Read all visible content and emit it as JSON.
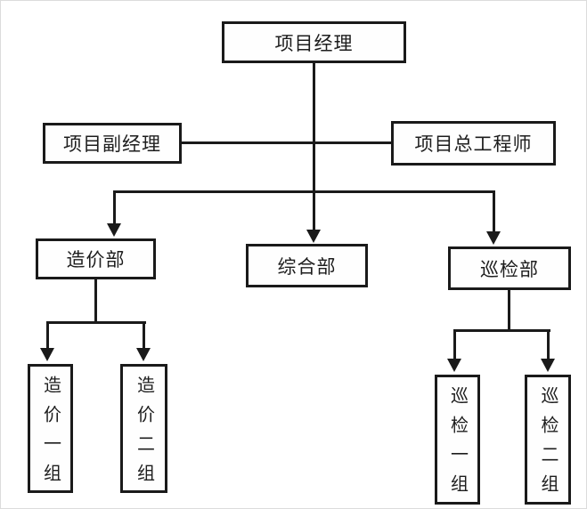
{
  "diagram": {
    "type": "org-chart",
    "background_color": "#ffffff",
    "line_color": "#1a1a1a",
    "box_border_color": "#1a1a1a",
    "box_fill_color": "#fefefe",
    "text_color": "#1d1d1d",
    "nodes": {
      "project_manager": {
        "label": "项目经理",
        "level": 1,
        "orientation": "horizontal"
      },
      "deputy_manager": {
        "label": "项目副经理",
        "level": 2,
        "orientation": "horizontal"
      },
      "chief_engineer": {
        "label": "项目总工程师",
        "level": 2,
        "orientation": "horizontal"
      },
      "cost_dept": {
        "label": "造价部",
        "level": 3,
        "orientation": "horizontal"
      },
      "general_dept": {
        "label": "综合部",
        "level": 3,
        "orientation": "horizontal"
      },
      "inspection_dept": {
        "label": "巡检部",
        "level": 3,
        "orientation": "horizontal"
      },
      "cost_group_1": {
        "label": "造价一组",
        "level": 4,
        "orientation": "vertical"
      },
      "cost_group_2": {
        "label": "造价二组",
        "level": 4,
        "orientation": "vertical"
      },
      "inspection_group_1": {
        "label": "巡检一组",
        "level": 4,
        "orientation": "vertical"
      },
      "inspection_group_2": {
        "label": "巡检二组",
        "level": 4,
        "orientation": "vertical"
      }
    },
    "edges": [
      {
        "from": "project_manager",
        "to": "deputy_manager",
        "style": "plain-line"
      },
      {
        "from": "project_manager",
        "to": "chief_engineer",
        "style": "plain-line"
      },
      {
        "from": "project_manager",
        "to": "cost_dept",
        "style": "arrow"
      },
      {
        "from": "project_manager",
        "to": "general_dept",
        "style": "arrow"
      },
      {
        "from": "project_manager",
        "to": "inspection_dept",
        "style": "arrow"
      },
      {
        "from": "cost_dept",
        "to": "cost_group_1",
        "style": "arrow"
      },
      {
        "from": "cost_dept",
        "to": "cost_group_2",
        "style": "arrow"
      },
      {
        "from": "inspection_dept",
        "to": "inspection_group_1",
        "style": "arrow"
      },
      {
        "from": "inspection_dept",
        "to": "inspection_group_2",
        "style": "arrow"
      }
    ]
  }
}
